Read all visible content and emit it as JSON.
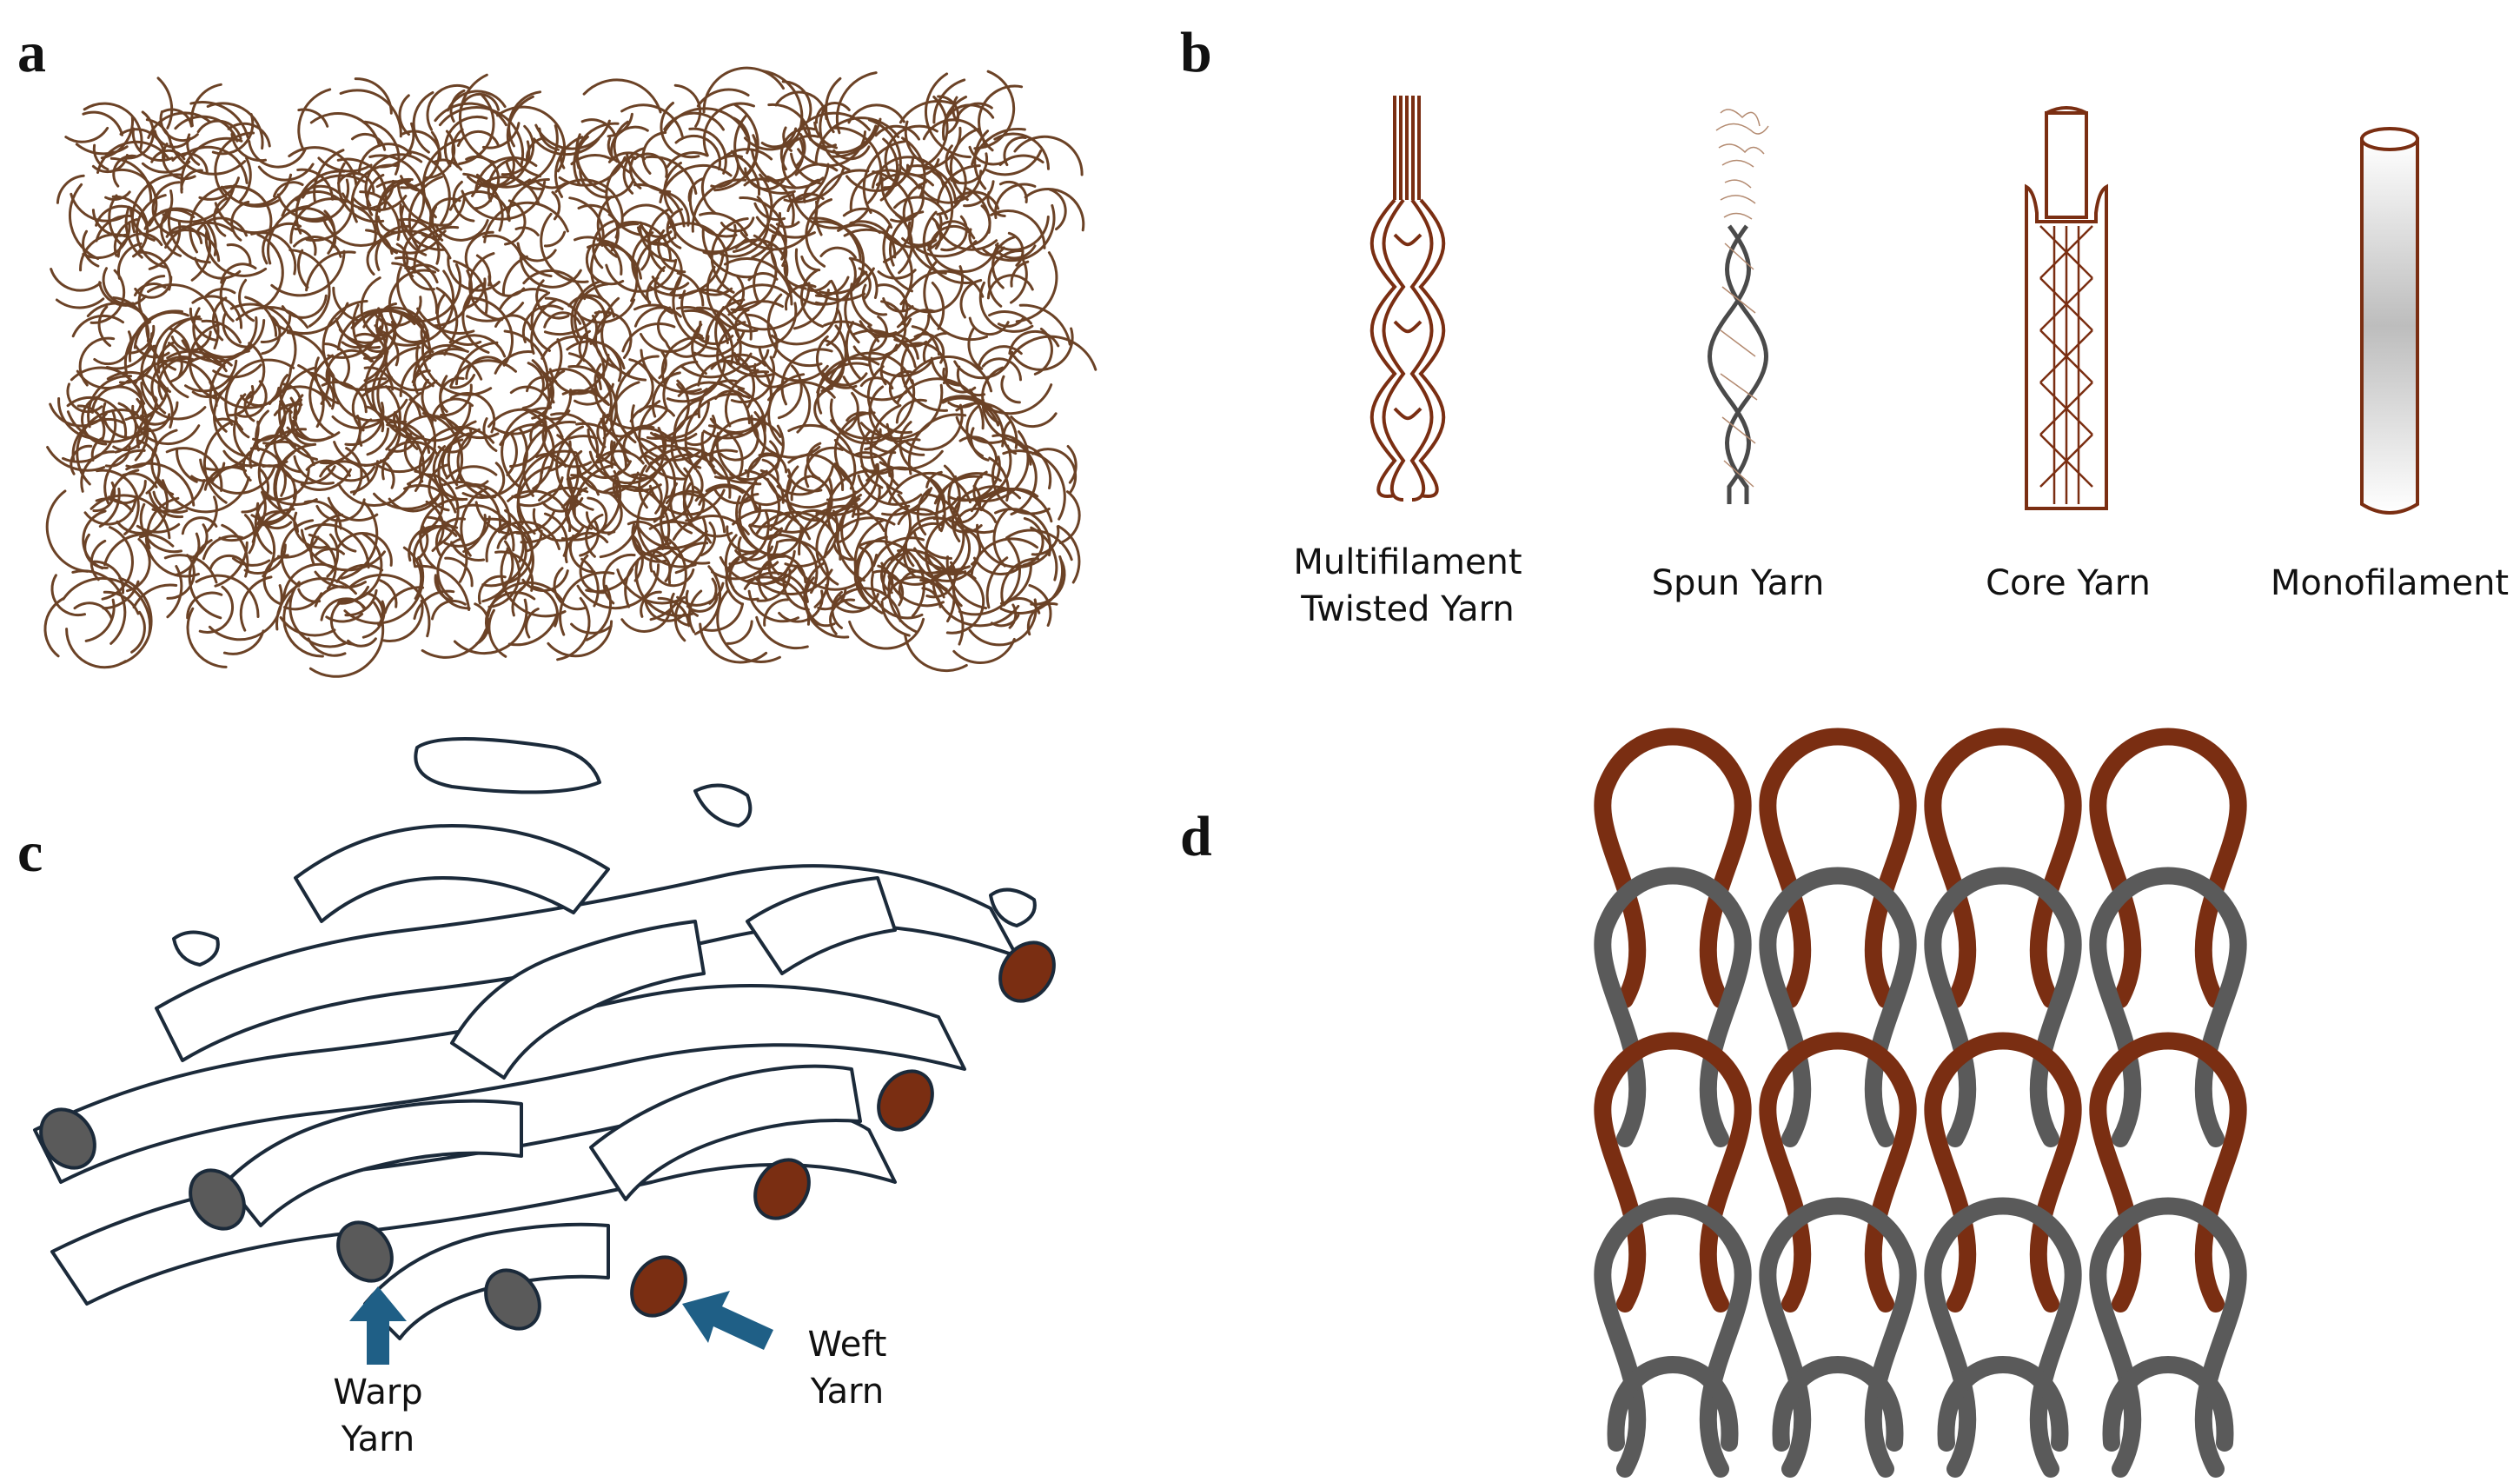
{
  "panels": {
    "a": {
      "letter": "a"
    },
    "b": {
      "letter": "b",
      "yarn_types": [
        {
          "label": "Multifilament\nTwisted Yarn",
          "icon": "multifilament-twisted-yarn-icon"
        },
        {
          "label": "Spun Yarn",
          "icon": "spun-yarn-icon"
        },
        {
          "label": "Core Yarn",
          "icon": "core-yarn-icon"
        },
        {
          "label": "Monofilament",
          "icon": "monofilament-icon"
        }
      ]
    },
    "c": {
      "letter": "c",
      "warp_label": "Warp\nYarn",
      "weft_label": "Weft\nYarn"
    },
    "d": {
      "letter": "d"
    }
  },
  "colors": {
    "fiber_brown": "#6b4226",
    "yarn_brown": "#7a2e12",
    "yarn_grey": "#5a5a5a",
    "arrow_blue": "#1f5f86",
    "outline": "#1b2a3a"
  }
}
